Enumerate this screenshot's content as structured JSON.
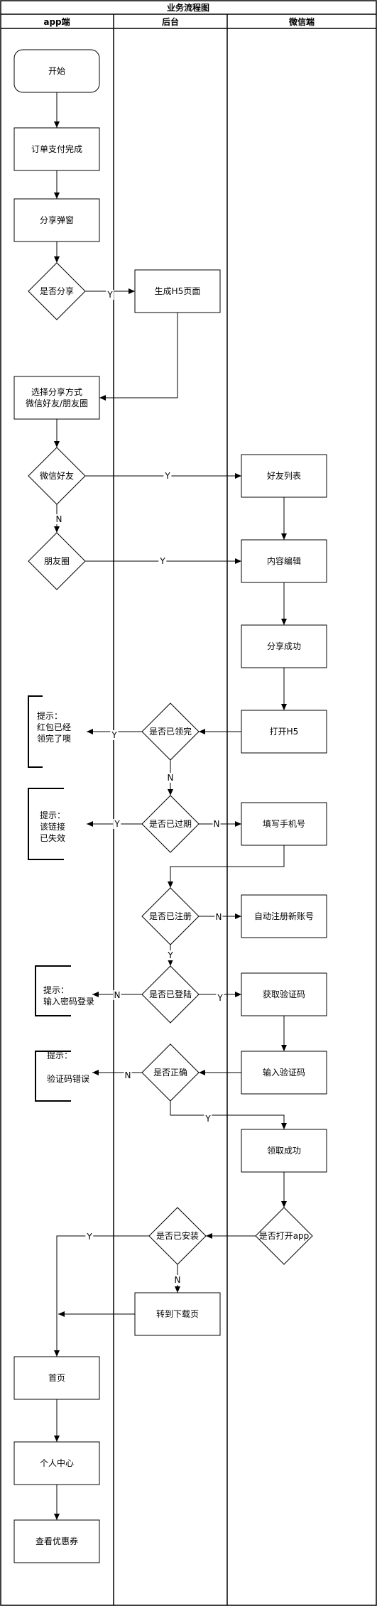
{
  "title": "业务流程图",
  "lanes": [
    "app端",
    "后台",
    "微信端"
  ],
  "nodes": {
    "start": "开始",
    "order_paid": "订单支付完成",
    "share_popup": "分享弹窗",
    "is_share": "是否分享",
    "gen_h5": "生成H5页面",
    "choose_share": [
      "选择分享方式",
      "微信好友/朋友圈"
    ],
    "wechat_friend": "微信好友",
    "moments": "朋友圈",
    "friend_list": "好友列表",
    "content_edit": "内容编辑",
    "share_success": "分享成功",
    "open_h5": "打开H5",
    "is_received": "是否已领完",
    "tip_received": [
      "提示：",
      "红包已经",
      "领完了噢"
    ],
    "is_expired": "是否已过期",
    "tip_expired": [
      "提示：",
      "该链接",
      "已失效"
    ],
    "fill_phone": "填写手机号",
    "is_registered": "是否已注册",
    "auto_register": "自动注册新账号",
    "is_logged_in": "是否已登陆",
    "tip_password": [
      "提示：",
      "输入密码登录"
    ],
    "get_code": "获取验证码",
    "is_correct": "是否正确",
    "input_code": "输入验证码",
    "tip_code_error": [
      "提示：",
      "验证码错误"
    ],
    "receive_success": "领取成功",
    "is_open_app": "是否打开app",
    "is_installed": "是否已安装",
    "goto_download": "转到下载页",
    "home": "首页",
    "personal_center": "个人中心",
    "view_coupon": "查看优惠券"
  },
  "edge_labels": {
    "yes": "Y",
    "no": "N"
  }
}
